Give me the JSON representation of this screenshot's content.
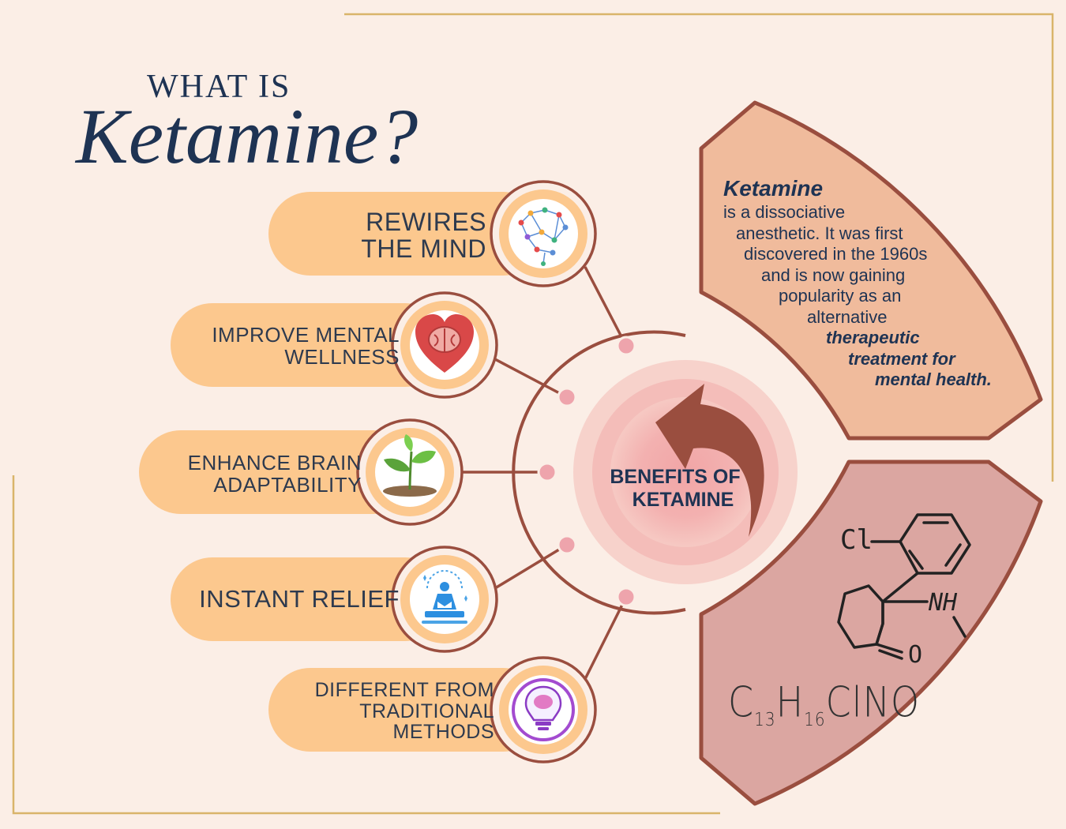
{
  "heading": {
    "small": "WHAT IS",
    "big": "Ketamine?"
  },
  "benefits": [
    {
      "line1": "REWIRES",
      "line2": "THE MIND",
      "icon": "network-brain-icon"
    },
    {
      "line1": "IMPROVE MENTAL",
      "line2": "WELLNESS",
      "icon": "heart-brain-icon"
    },
    {
      "line1": "ENHANCE BRAIN",
      "line2": "ADAPTABILITY",
      "icon": "sprout-icon"
    },
    {
      "line1": "INSTANT RELIEF",
      "icon": "meditation-icon"
    },
    {
      "line1": "DIFFERENT FROM",
      "line2": "TRADITIONAL",
      "line3": "METHODS",
      "icon": "lightbulb-brain-icon"
    }
  ],
  "center": {
    "line1": "BENEFITS OF",
    "line2": "KETAMINE"
  },
  "description": {
    "keyword": "Ketamine",
    "lines": [
      "is a dissociative",
      "anesthetic. It was first",
      "discovered in the 1960s",
      "and is now gaining",
      "popularity as an",
      "alternative"
    ],
    "emphasis": [
      "therapeutic",
      "treatment for",
      "mental health."
    ]
  },
  "molecule": {
    "chlorine": "Cl",
    "amine": "NH",
    "oxygen": "O",
    "formula": {
      "c": "C",
      "c_count": "13",
      "h": "H",
      "h_count": "16",
      "rest": "ClNO"
    }
  },
  "colors": {
    "background": "#fbeee6",
    "pill": "#fcc88e",
    "line": "#9a4e3f",
    "dot": "#eea4ac",
    "panel_top": "#f0bb9c",
    "panel_bottom": "#dba6a1",
    "navy": "#1e3353",
    "gold_frame": "#d9b46a"
  }
}
